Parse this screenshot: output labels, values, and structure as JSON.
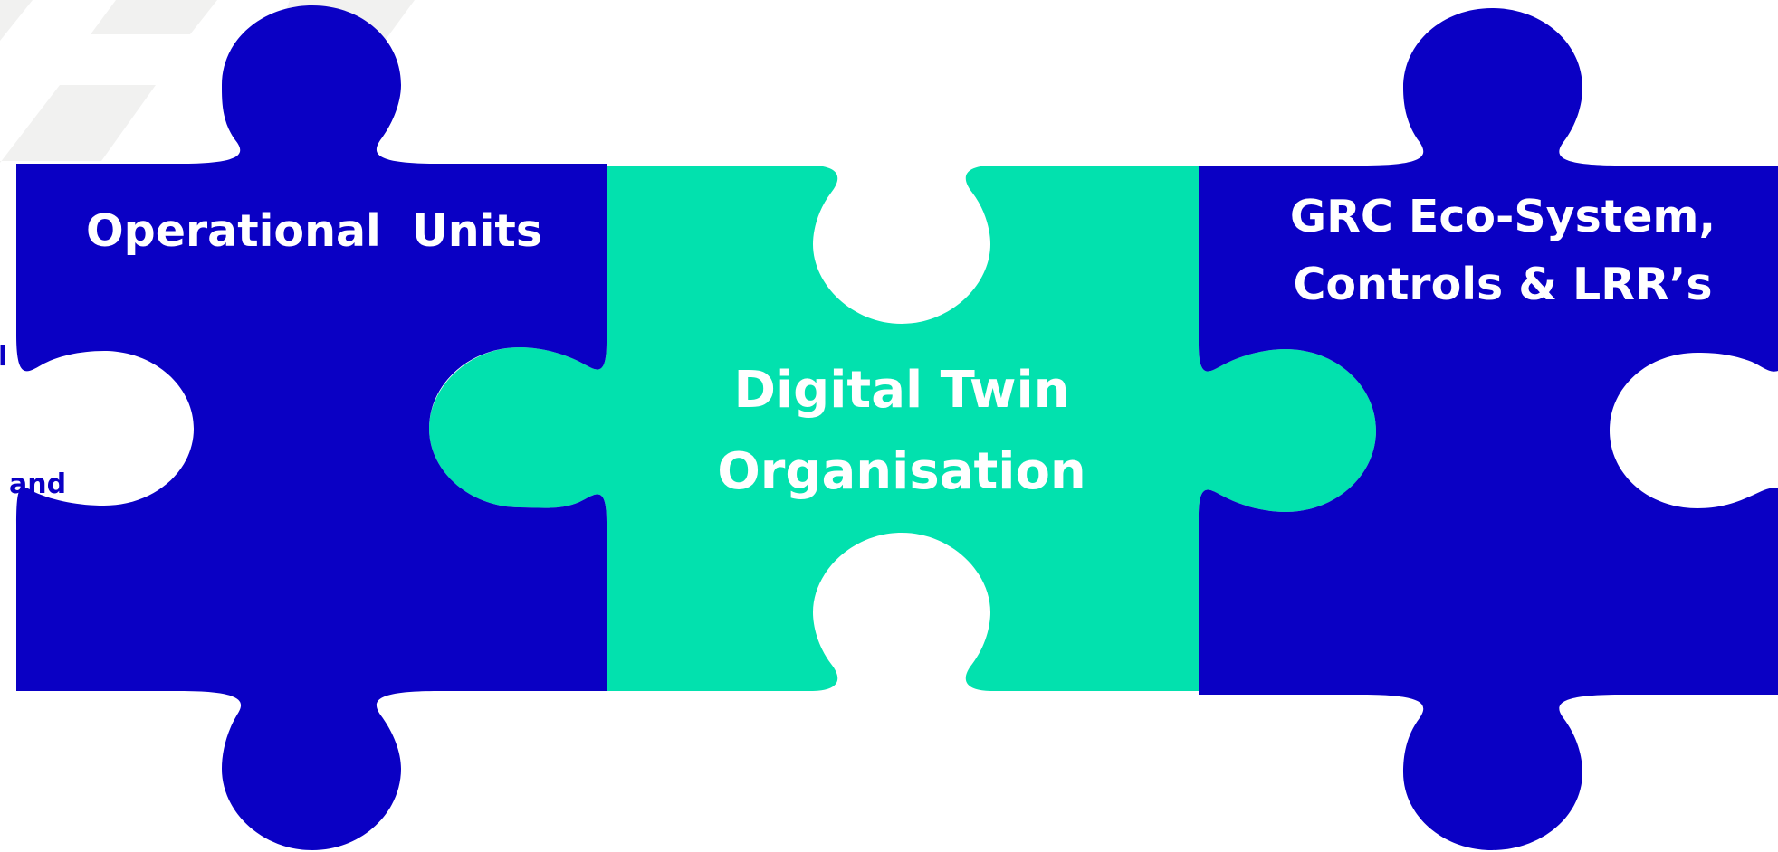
{
  "colors": {
    "blue_piece": "#0A00C4",
    "green_piece": "#02E1AE",
    "label_text": "#FFFFFF",
    "background_stripes": "#F1F1F0",
    "fragment_text": "#0A00C4"
  },
  "pieces": {
    "left": {
      "lines": [
        "Operational  Units"
      ]
    },
    "center": {
      "lines": [
        "Digital Twin",
        "Organisation"
      ]
    },
    "right": {
      "lines": [
        "GRC Eco-System,",
        "Controls & LRR’s"
      ]
    }
  },
  "edge_fragments": [
    "l",
    "and"
  ]
}
